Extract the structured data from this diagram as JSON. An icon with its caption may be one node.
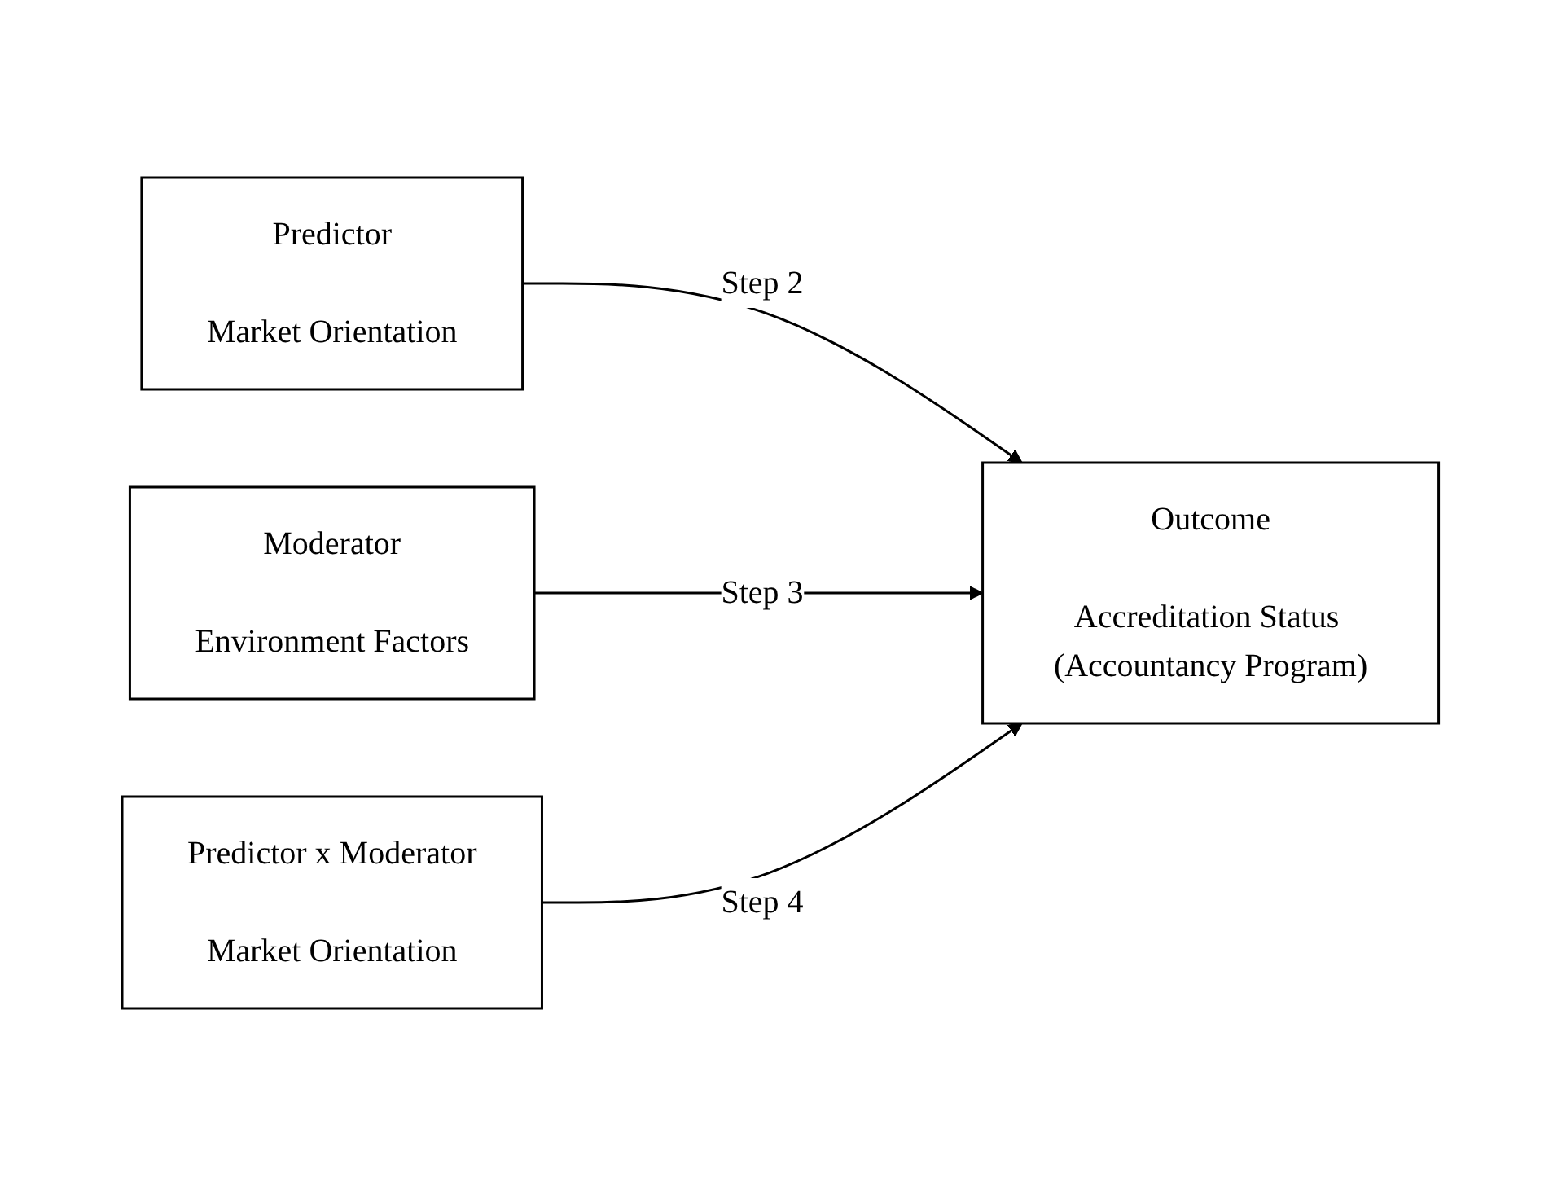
{
  "diagram": {
    "nodes": [
      {
        "text": [
          "Predictor",
          "Market Orientation"
        ]
      },
      {
        "text": [
          "Moderator",
          "Environment Factors"
        ]
      },
      {
        "text": [
          "Predictor x Moderator",
          "Market Orientation"
        ]
      },
      {
        "text": [
          "Outcome",
          "Accreditation Status (Accountancy Program)"
        ]
      }
    ],
    "edges": [
      {
        "from": 0,
        "to": 3,
        "arrow": "to",
        "label": "Step 2"
      },
      {
        "from": 1,
        "to": 3,
        "arrow": "to",
        "label": "Step 3"
      },
      {
        "from": 2,
        "to": 3,
        "arrow": "to",
        "label": "Step 4"
      }
    ]
  }
}
